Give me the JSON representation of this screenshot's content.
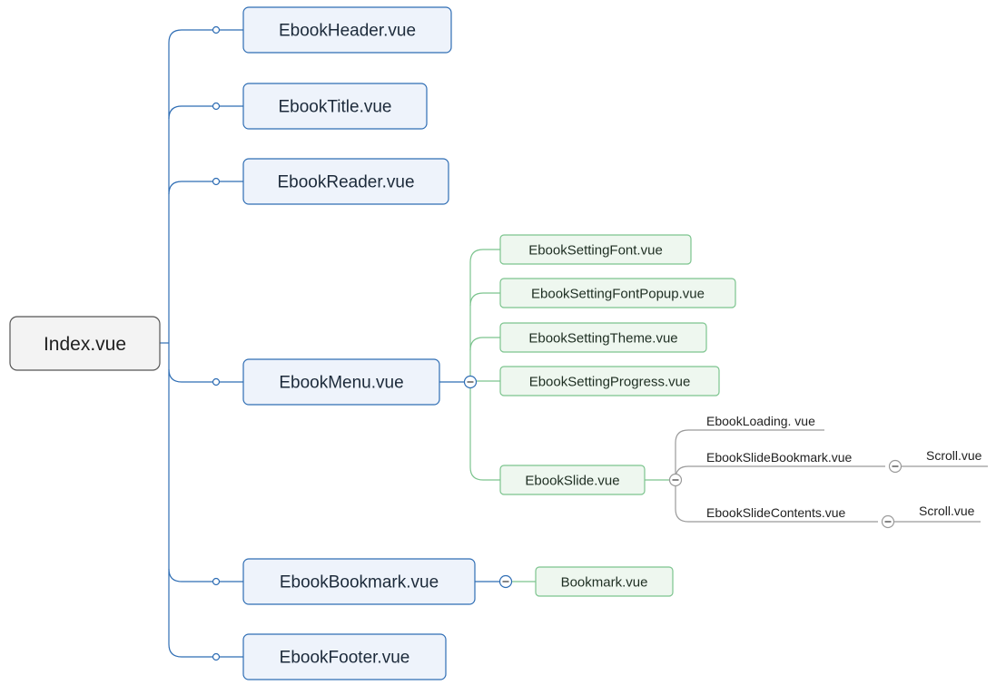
{
  "root": {
    "label": "Index.vue"
  },
  "main_nodes": [
    {
      "id": "header",
      "label": "EbookHeader.vue"
    },
    {
      "id": "title",
      "label": "EbookTitle.vue"
    },
    {
      "id": "reader",
      "label": "EbookReader.vue"
    },
    {
      "id": "menu",
      "label": "EbookMenu.vue"
    },
    {
      "id": "bookmark",
      "label": "EbookBookmark.vue"
    },
    {
      "id": "footer",
      "label": "EbookFooter.vue"
    }
  ],
  "menu_children": [
    {
      "label": "EbookSettingFont.vue"
    },
    {
      "label": "EbookSettingFontPopup.vue"
    },
    {
      "label": "EbookSettingTheme.vue"
    },
    {
      "label": "EbookSettingProgress.vue"
    },
    {
      "label": "EbookSlide.vue"
    }
  ],
  "slide_children": [
    {
      "label": "EbookLoading. vue"
    },
    {
      "label": "EbookSlideBookmark.vue",
      "child": "Scroll.vue"
    },
    {
      "label": "EbookSlideContents.vue",
      "child": "Scroll.vue"
    }
  ],
  "bookmark_children": [
    {
      "label": "Bookmark.vue"
    }
  ],
  "colors": {
    "main_line": "#2e6db4",
    "main_fill": "#eef3fb",
    "sub_line": "#7cc48e",
    "sub_fill": "#eef7ef",
    "leaf_line": "#9a9a9a",
    "root_fill": "#f3f3f3",
    "root_border": "#555555"
  }
}
